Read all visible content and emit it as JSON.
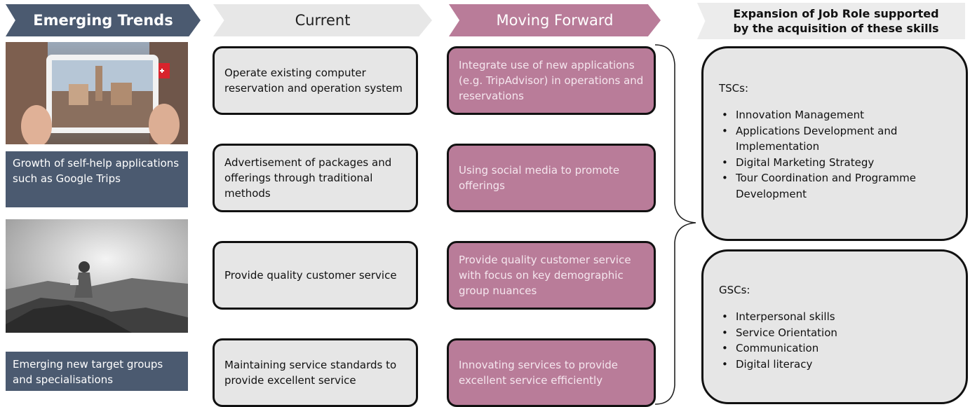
{
  "headers": {
    "trends": "Emerging Trends",
    "current": "Current",
    "forward": "Moving Forward",
    "expansion_line1": "Expansion of Job Role supported",
    "expansion_line2": "by the acquisition of these skills"
  },
  "trends": [
    "Growth of self-help applications such as Google Trips",
    "Emerging new target groups and specialisations"
  ],
  "current": [
    "Operate existing computer reservation and operation system",
    "Advertisement of packages and offerings through traditional methods",
    "Provide quality customer service",
    "Maintaining service standards to provide excellent service"
  ],
  "forward": [
    "Integrate use of new applications (e.g. TripAdvisor) in operations and reservations",
    "Using social media to promote offerings",
    "Provide quality customer service with focus on key demographic group nuances",
    "Innovating services to provide excellent service efficiently"
  ],
  "tscs": {
    "title": "TSCs:",
    "items": [
      "Innovation Management",
      "Applications Development and Implementation",
      "Digital Marketing Strategy",
      "Tour Coordination and Programme Development"
    ]
  },
  "gscs": {
    "title": "GSCs:",
    "items": [
      "Interpersonal skills",
      "Service Orientation",
      "Communication",
      "Digital literacy"
    ]
  },
  "colors": {
    "navy": "#4b5a70",
    "mauve": "#b97c99",
    "light_grey": "#e6e6e6"
  }
}
